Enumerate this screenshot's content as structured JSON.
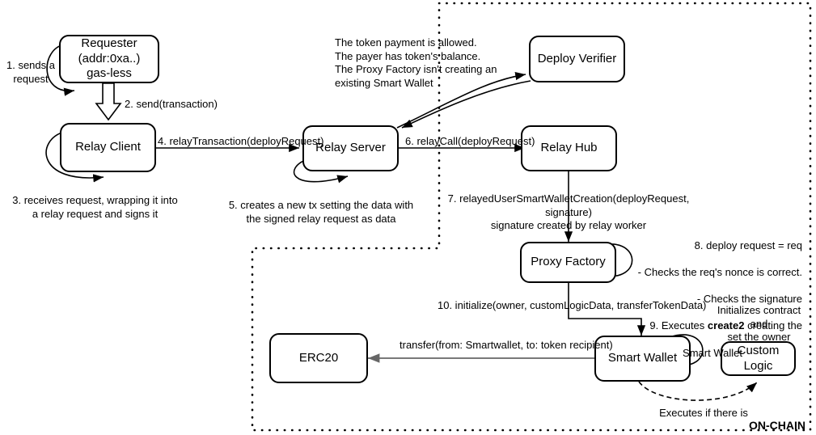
{
  "diagram": {
    "title_text": "ON-CHAIN",
    "nodes": [
      {
        "id": "requester",
        "label": "Requester\n(addr:0xa..)\ngas-less"
      },
      {
        "id": "relay-client",
        "label": "Relay Client"
      },
      {
        "id": "relay-server",
        "label": "Relay Server"
      },
      {
        "id": "deploy-verifier",
        "label": "Deploy Verifier"
      },
      {
        "id": "relay-hub",
        "label": "Relay Hub"
      },
      {
        "id": "proxy-factory",
        "label": "Proxy Factory"
      },
      {
        "id": "smart-wallet",
        "label": "Smart Wallet"
      },
      {
        "id": "custom-logic",
        "label": "Custom Logic"
      },
      {
        "id": "erc20",
        "label": "ERC20"
      }
    ],
    "labels": {
      "step1": "1. sends a\nrequest",
      "step2": "2. send(transaction)",
      "step3": "3. receives request, wrapping it into\na relay request and signs it",
      "step4": "4. relayTransaction(deployRequest)",
      "step5": "5. creates a new tx setting the data with\nthe signed relay request as data",
      "step6": "6. relayCall(deployRequest)",
      "step7": "7. relayedUserSmartWalletCreation(deployRequest, signature)\nsignature created by relay worker",
      "step8_line1": "8. deploy request = req",
      "step8_line2": "- Checks the req's nonce is correct.",
      "step8_line3": "- Checks the signature",
      "step9_prefix": "9. Executes ",
      "step9_bold": "create2",
      "step9_suffix": " creating the",
      "step9_line2": "Smart Wallet",
      "step10": "10. initialize(owner, customLogicData, transferTokenData)",
      "verifier_note": "The token payment is allowed.\nThe payer has token's balance.\nThe Proxy Factory isn't creating an\nexisting Smart Wallet",
      "transfer": "transfer(from: Smartwallet, to: token recipient)",
      "initializes": "Initializes contract and\nset the owner",
      "executes_if": "Executes if there is",
      "on_chain": "ON-CHAIN"
    },
    "colors": {
      "stroke": "#000000",
      "gray_stroke": "#666666",
      "background": "#ffffff",
      "boundary": "#000000"
    }
  }
}
